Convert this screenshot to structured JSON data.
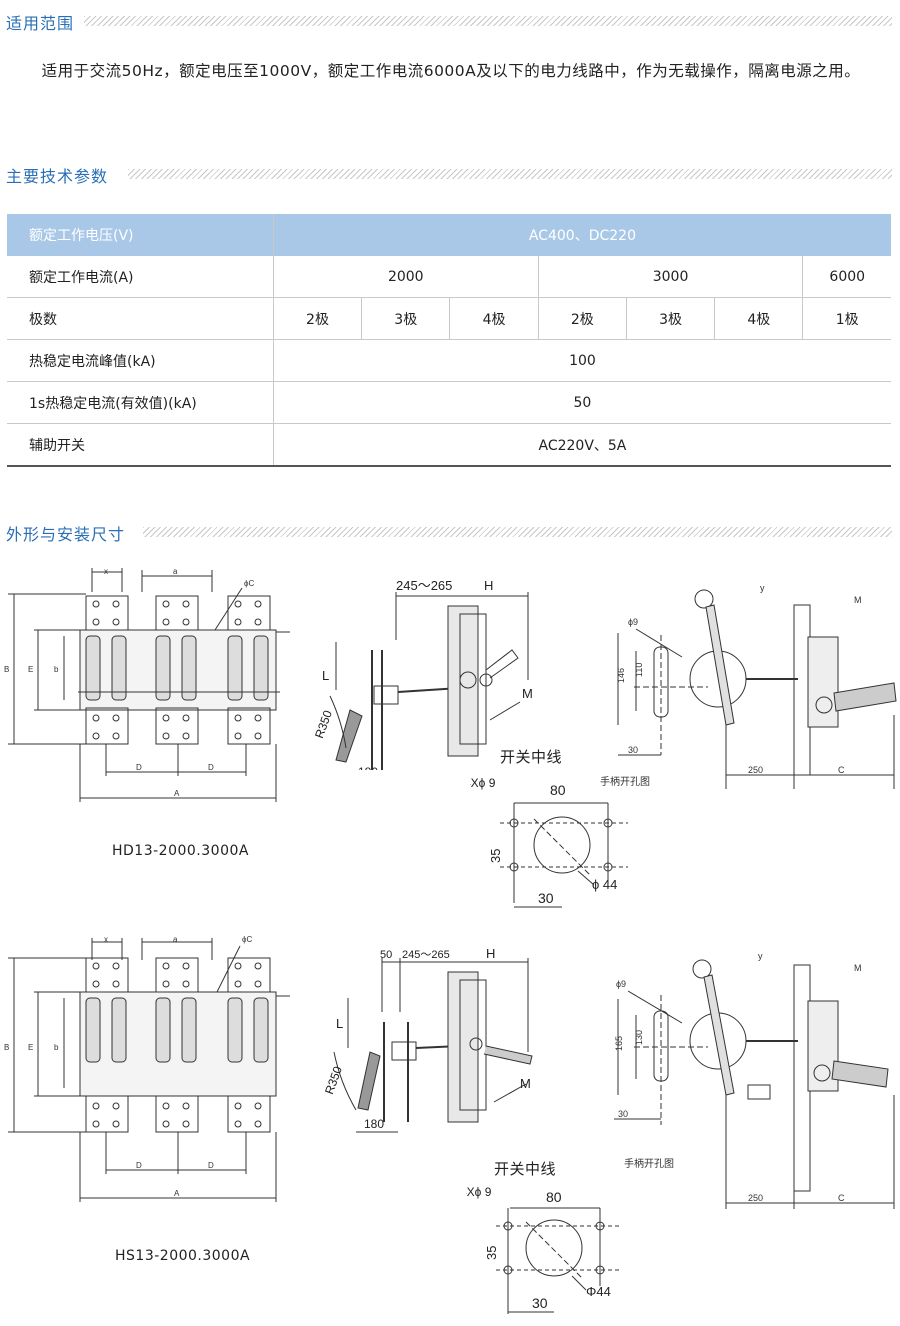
{
  "sections": {
    "scope": "适用范围",
    "params": "主要技术参数",
    "dims": "外形与安装尺寸"
  },
  "scope_text": "适用于交流50Hz，额定电压至1000V，额定工作电流6000A及以下的电力线路中，作为无载操作，隔离电源之用。",
  "table": {
    "voltage_label": "额定工作电压(V)",
    "voltage_value": "AC400、DC220",
    "current_label": "额定工作电流(A)",
    "currents": [
      "2000",
      "3000",
      "6000"
    ],
    "poles_label": "极数",
    "poles": [
      "2极",
      "3极",
      "4极",
      "2极",
      "3极",
      "4极",
      "1极"
    ],
    "peak_label": "热稳定电流峰值(kA)",
    "peak_value": "100",
    "rms_label": "1s热稳定电流(有效值)(kA)",
    "rms_value": "50",
    "aux_label": "辅助开关",
    "aux_value": "AC220V、5A"
  },
  "drawings": {
    "model1": "HD13-2000.3000A",
    "model2": "HS13-2000.3000A",
    "dim_x": "x",
    "dim_a": "a",
    "dim_phic": "ϕC",
    "dim_B": "B",
    "dim_E": "E",
    "dim_b": "b",
    "dim_D": "D",
    "dim_A": "A",
    "dim_range": "245～265",
    "dim_50": "50",
    "dim_H": "H",
    "dim_L": "L",
    "dim_M": "M",
    "dim_R350": "R350",
    "dim_180": "180",
    "centerline": "开关中线",
    "hole_4x": "4Xϕ 9",
    "dim_80": "80",
    "dim_35": "35",
    "dim_30": "30",
    "dim_phi44_1": "ϕ 44",
    "dim_phi44_2": "Φ44",
    "phi9": "ϕ9",
    "handle_hole": "手柄开孔图",
    "dim_146": "146",
    "dim_110": "110",
    "dim_165": "165",
    "dim_130": "130",
    "dim_250": "250",
    "dim_C": "C",
    "dim_y": "y"
  }
}
